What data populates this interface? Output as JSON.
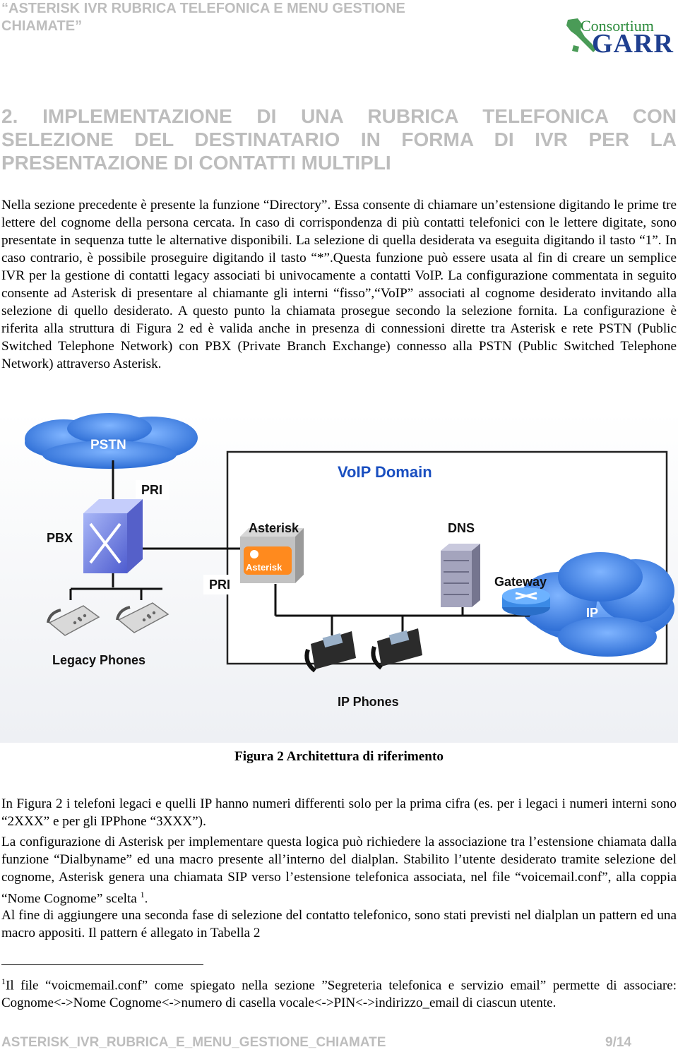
{
  "header": {
    "title": "“ASTERISK IVR RUBRICA TELEFONICA E MENU GESTIONE CHIAMATE”",
    "logo_line1": "Consortium",
    "logo_line2": "GARR"
  },
  "section_title": "2. IMPLEMENTAZIONE DI UNA RUBRICA TELEFONICA CON SELEZIONE DEL DESTINATARIO IN FORMA DI IVR PER LA PRESENTAZIONE DI CONTATTI MULTIPLI",
  "paragraph1": "Nella sezione precedente è presente la funzione “Directory”. Essa consente di chiamare un’estensione digitando le prime tre lettere del cognome della persona cercata. In caso di corrispondenza di più contatti telefonici con le lettere digitate, sono presentate in sequenza tutte le alternative disponibili. La selezione di quella desiderata va eseguita digitando il tasto “1”. In caso contrario, è possibile proseguire digitando il tasto “*”.Questa funzione può essere usata al fin di creare un semplice IVR per la gestione di contatti legacy associati bi univocamente a contatti VoIP. La configurazione commentata in seguito consente ad Asterisk di presentare al chiamante gli interni “fisso”,“VoIP” associati al cognome desiderato invitando alla selezione di quello desiderato. A questo punto la chiamata prosegue secondo la selezione fornita. La configurazione è riferita alla struttura di Figura 2 ed è valida anche in presenza di connessioni dirette tra Asterisk e rete PSTN (Public Switched Telephone Network) con PBX (Private Branch Exchange) connesso alla PSTN (Public Switched Telephone Network) attraverso Asterisk.",
  "figure": {
    "labels": {
      "pstn": "PSTN",
      "pri_top": "PRI",
      "voip_domain": "VoIP Domain",
      "pbx": "PBX",
      "asterisk": "Asterisk",
      "asterisk_logo": "Asterisk",
      "dns": "DNS",
      "pri_mid": "PRI",
      "gateway": "Gateway",
      "ip": "IP",
      "legacy_phones": "Legacy Phones",
      "ip_phones": "IP Phones"
    },
    "caption": "Figura 2 Architettura di riferimento"
  },
  "paragraph2": "In Figura 2 i telefoni legaci e quelli IP hanno numeri differenti solo per la prima cifra (es. per i legaci i numeri interni sono “2XXX” e per gli IPPhone “3XXX”).",
  "paragraph3": "La configurazione di Asterisk per implementare questa logica può richiedere la associazione tra l’estensione chiamata dalla funzione “Dialbyname” ed una macro presente all’interno del dialplan. Stabilito l’utente desiderato tramite selezione del cognome, Asterisk genera una chiamata SIP verso l’estensione telefonica associata, nel file “voicemail.conf”, alla coppia “Nome Cognome” scelta",
  "paragraph3_ref": "1",
  "paragraph3_end": ".",
  "paragraph4": "Al fine di aggiungere una seconda fase di selezione del contatto telefonico, sono stati previsti nel dialplan un pattern ed una macro appositi. Il pattern é allegato in Tabella 2",
  "footnote": {
    "mark": "1",
    "text": "Il file “voicmemail.conf” come spiegato nella sezione ”Segreteria telefonica e servizio email” permette di associare: Cognome<->Nome Cognome<->numero di casella vocale<->PIN<->indirizzo_email di ciascun utente."
  },
  "footer": {
    "doc_name": "ASTERISK_IVR_RUBRICA_E_MENU_GESTIONE_CHIAMATE",
    "page": "9/14"
  },
  "colors": {
    "grey_text": "#bdbdbd",
    "cloud_blue": "#3f7fe0",
    "garr_blue": "#1f3f8f",
    "voip_blue": "#1a4fc0"
  }
}
